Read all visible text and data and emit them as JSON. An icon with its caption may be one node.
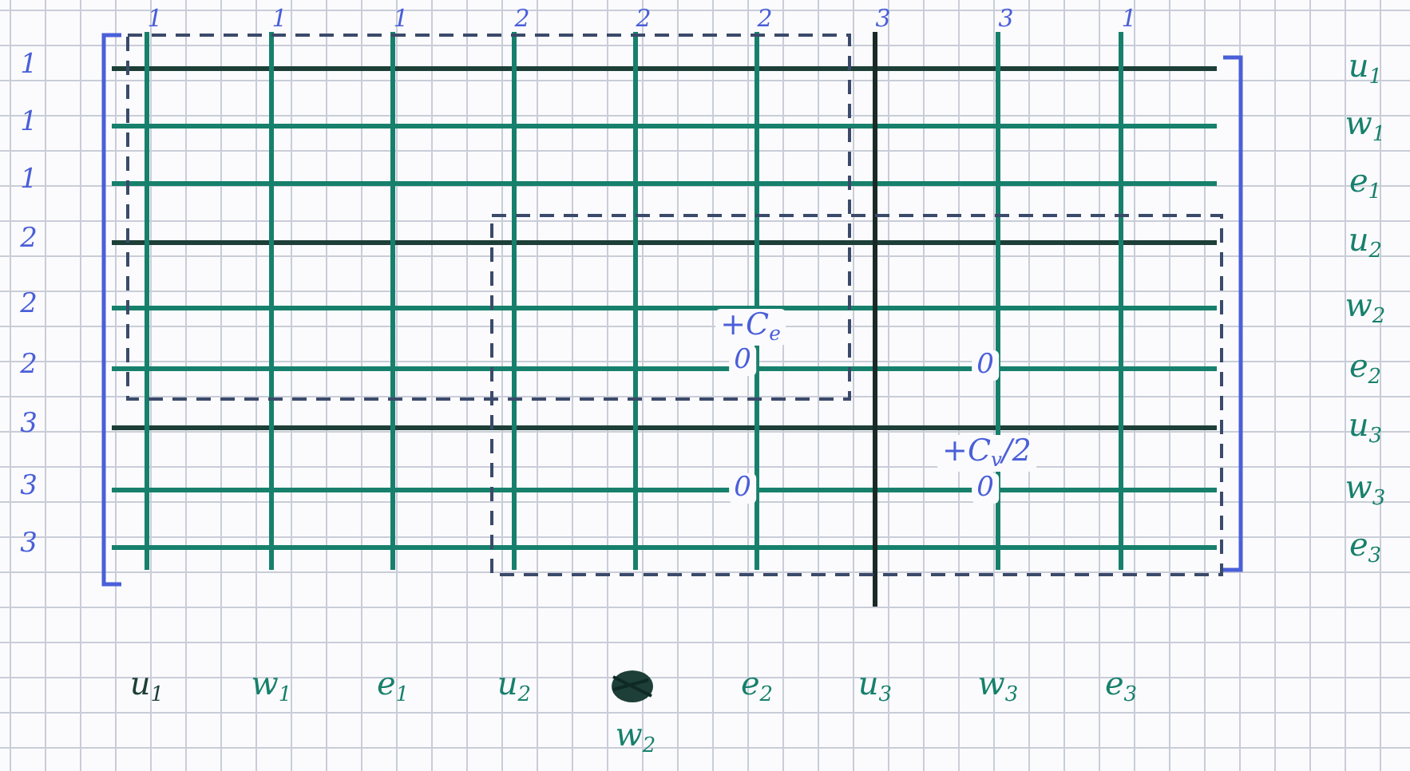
{
  "diagram": {
    "labels": [
      "1",
      "1",
      "1",
      "2",
      "2",
      "2",
      "3",
      "3",
      "1",
      "1",
      "u$_{1}$",
      "1",
      "w$_{1}$",
      "1",
      "e$_{1}$",
      "2",
      "u$_{2}$",
      "2",
      "w$_{2}$",
      "2",
      "e$_{2}$",
      "3",
      "u$_{3}$",
      "3",
      "w$_{3}$",
      "3",
      "e$_{3}$",
      "+C$_{e}$",
      "0",
      "0",
      "+C$_{v}$/2",
      "0",
      "0",
      "u$_{1}$",
      "w$_{1}$",
      "e$_{1}$",
      "u$_{2}$",
      "e$_{2}$",
      "u$_{3}$",
      "w$_{3}$",
      "e$_{3}$",
      "w$_{2}$"
    ]
  }
}
